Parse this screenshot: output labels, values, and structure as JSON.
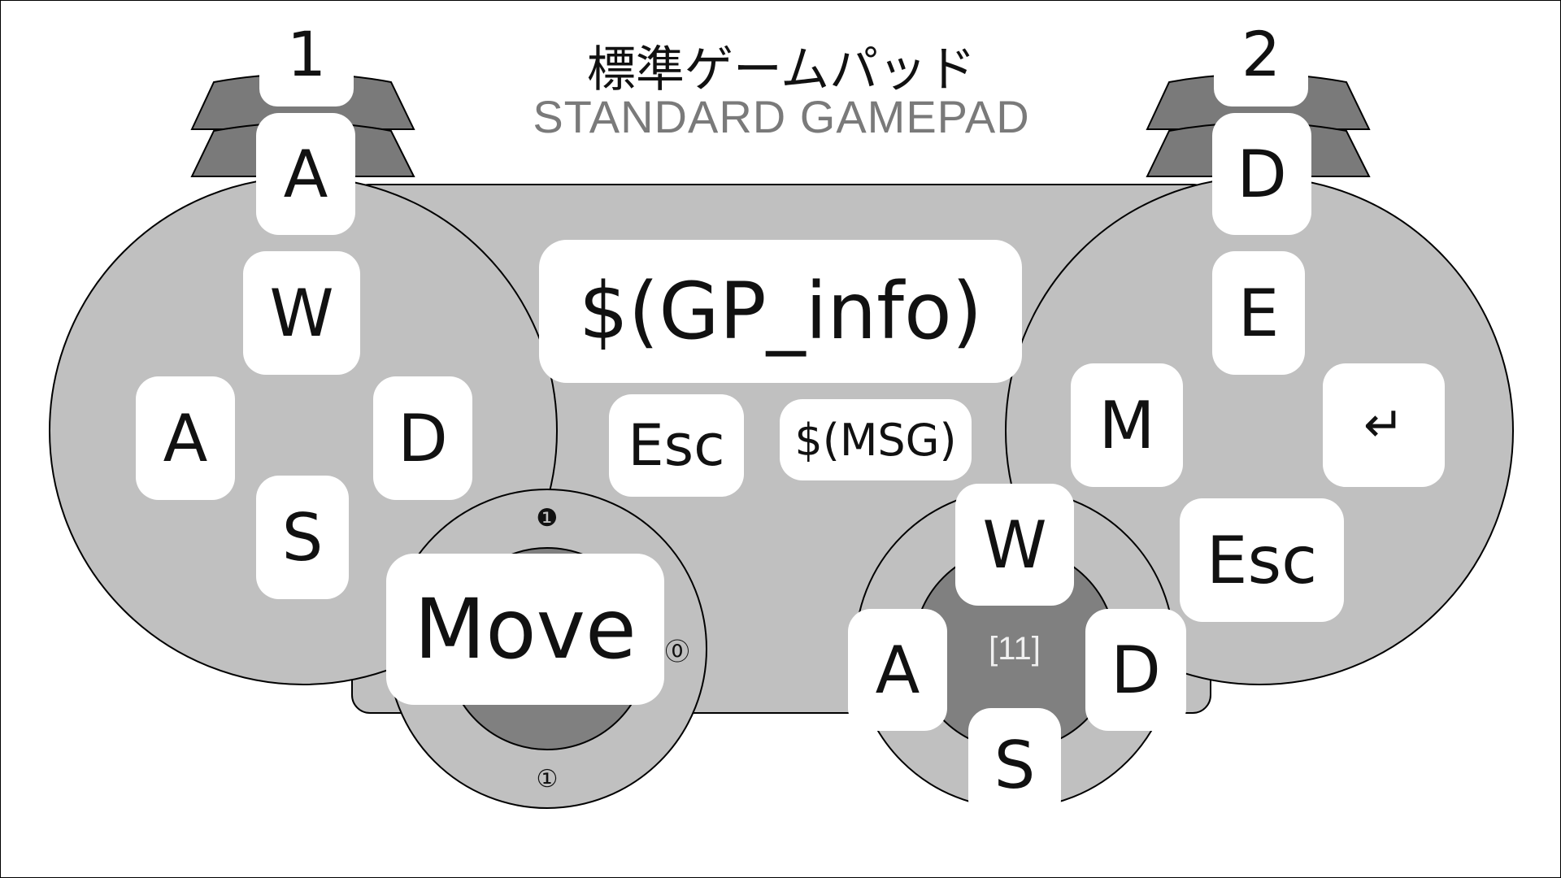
{
  "title": {
    "japanese": "標準ゲームパッド",
    "english": "STANDARD GAMEPAD"
  },
  "triggers": {
    "left_number": "1",
    "right_number": "2"
  },
  "bumpers": {
    "left_key": "A",
    "right_key": "D"
  },
  "left_dpad": {
    "up": "W",
    "left": "A",
    "right": "D",
    "down": "S"
  },
  "center": {
    "info": "$(GP_info)",
    "select": "Esc",
    "start": "$(MSG)"
  },
  "right_buttons": {
    "top": "E",
    "left": "M",
    "right": "↵",
    "bottom": "Esc"
  },
  "left_stick": {
    "label": "Move",
    "top_marker": "❶",
    "right_marker": "⓪",
    "bottom_marker": "①"
  },
  "right_stick": {
    "up": "W",
    "left": "A",
    "right": "D",
    "down": "S",
    "press_label": "[11]"
  },
  "colors": {
    "body": "#c0c0c0",
    "trigger": "#7a7a7a",
    "stick_center": "#808080",
    "key_face": "#ffffff"
  }
}
